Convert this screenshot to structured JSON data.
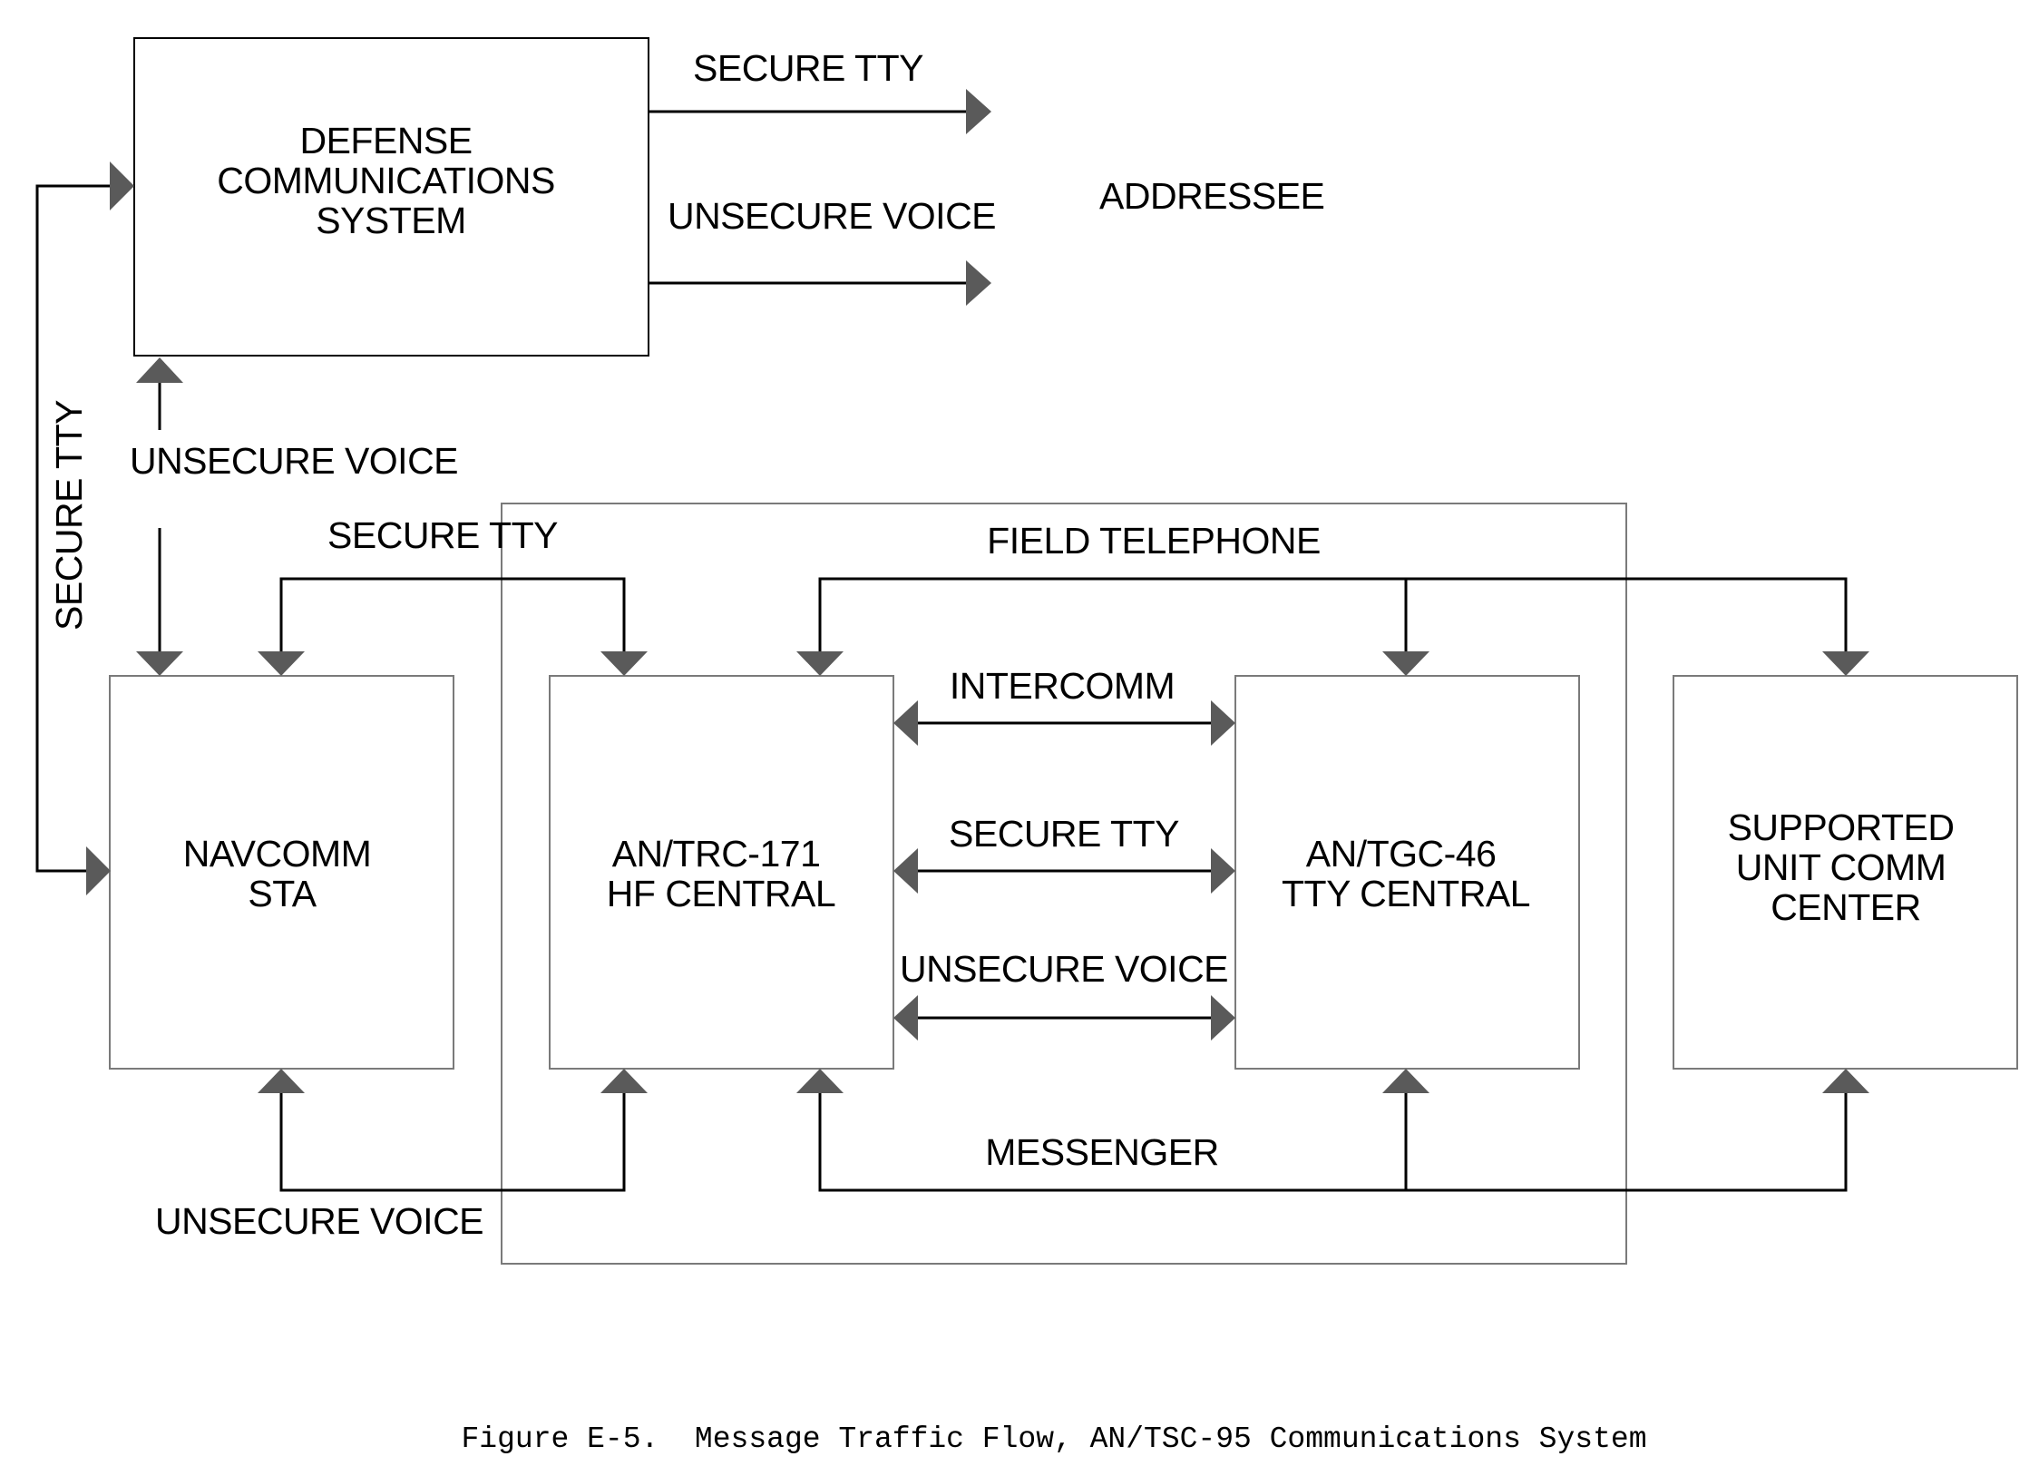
{
  "nodes": {
    "dcs": {
      "lines": [
        "DEFENSE",
        "COMMUNICATIONS",
        "SYSTEM"
      ]
    },
    "addressee": {
      "label": "ADDRESSEE"
    },
    "navcomm": {
      "lines": [
        "NAVCOMM",
        "STA"
      ]
    },
    "trc171": {
      "lines": [
        "AN/TRC-171",
        "HF CENTRAL"
      ]
    },
    "tgc46": {
      "lines": [
        "AN/TGC-46",
        "TTY CENTRAL"
      ]
    },
    "supported": {
      "lines": [
        "SUPPORTED",
        "UNIT COMM",
        "CENTER"
      ]
    }
  },
  "links": {
    "dcs_secure_tty_out": "SECURE TTY",
    "dcs_unsecure_voice_out": "UNSECURE VOICE",
    "left_secure_tty": "SECURE TTY",
    "navcomm_unsecure_voice_up": "UNSECURE VOICE",
    "navcomm_secure_tty": "SECURE TTY",
    "field_telephone": "FIELD TELEPHONE",
    "intercomm": "INTERCOMM",
    "central_secure_tty": "SECURE TTY",
    "central_unsecure_voice": "UNSECURE VOICE",
    "messenger": "MESSENGER",
    "bottom_unsecure_voice": "UNSECURE VOICE"
  },
  "caption": "Figure E-5.  Message Traffic Flow, AN/TSC-95 Communications System"
}
